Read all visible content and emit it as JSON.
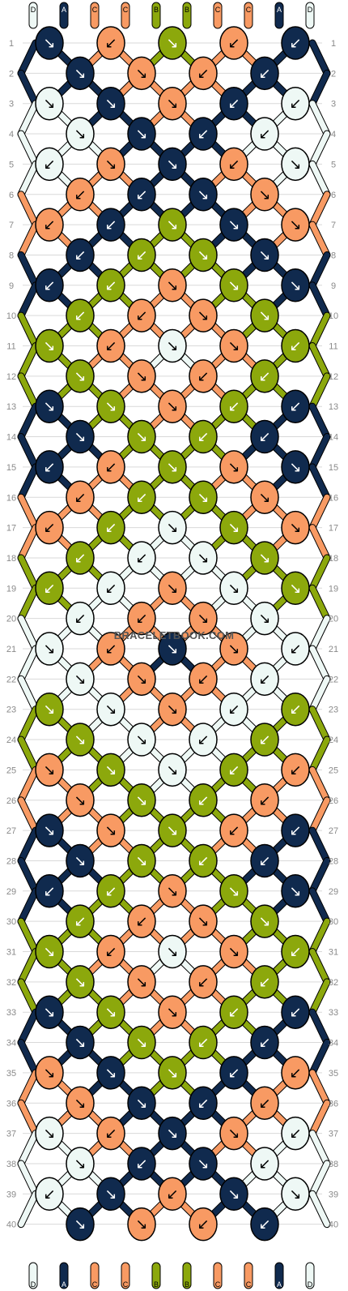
{
  "watermark": "BRACELETBOOK.COM",
  "colors": {
    "A": "#102a4e",
    "B": "#8ca80c",
    "C": "#f89a63",
    "D": "#eef8f5"
  },
  "strands": {
    "top": [
      "D",
      "A",
      "C",
      "C",
      "B",
      "B",
      "C",
      "C",
      "A",
      "D"
    ],
    "bottom": [
      "D",
      "A",
      "C",
      "C",
      "B",
      "B",
      "C",
      "C",
      "A",
      "D"
    ]
  },
  "row_numbers": [
    "1",
    "2",
    "3",
    "4",
    "5",
    "6",
    "7",
    "8",
    "9",
    "10",
    "11",
    "12",
    "13",
    "14",
    "15",
    "16",
    "17",
    "18",
    "19",
    "20",
    "21",
    "22",
    "23",
    "24",
    "25",
    "26",
    "27",
    "28",
    "29",
    "30",
    "31",
    "32",
    "33",
    "34",
    "35",
    "36",
    "37",
    "38",
    "39",
    "40"
  ],
  "knots": [
    [
      "A",
      "C",
      "B",
      "C",
      "A"
    ],
    [
      "A",
      "C",
      "C",
      "A"
    ],
    [
      "D",
      "A",
      "C",
      "A",
      "D"
    ],
    [
      "D",
      "A",
      "A",
      "D"
    ],
    [
      "D",
      "C",
      "A",
      "C",
      "D"
    ],
    [
      "C",
      "A",
      "A",
      "C"
    ],
    [
      "C",
      "A",
      "B",
      "A",
      "C"
    ],
    [
      "A",
      "B",
      "B",
      "A"
    ],
    [
      "A",
      "B",
      "C",
      "B",
      "A"
    ],
    [
      "B",
      "C",
      "C",
      "B"
    ],
    [
      "B",
      "C",
      "D",
      "C",
      "B"
    ],
    [
      "B",
      "C",
      "C",
      "B"
    ],
    [
      "A",
      "B",
      "C",
      "B",
      "A"
    ],
    [
      "A",
      "B",
      "B",
      "A"
    ],
    [
      "A",
      "C",
      "B",
      "C",
      "A"
    ],
    [
      "C",
      "B",
      "B",
      "C"
    ],
    [
      "C",
      "B",
      "D",
      "B",
      "C"
    ],
    [
      "B",
      "D",
      "D",
      "B"
    ],
    [
      "B",
      "D",
      "C",
      "D",
      "B"
    ],
    [
      "D",
      "C",
      "C",
      "D"
    ],
    [
      "D",
      "C",
      "A",
      "C",
      "D"
    ],
    [
      "D",
      "C",
      "C",
      "D"
    ],
    [
      "B",
      "D",
      "C",
      "D",
      "B"
    ],
    [
      "B",
      "D",
      "D",
      "B"
    ],
    [
      "C",
      "B",
      "D",
      "B",
      "C"
    ],
    [
      "C",
      "B",
      "B",
      "C"
    ],
    [
      "A",
      "C",
      "B",
      "C",
      "A"
    ],
    [
      "A",
      "B",
      "B",
      "A"
    ],
    [
      "A",
      "B",
      "C",
      "B",
      "A"
    ],
    [
      "B",
      "C",
      "C",
      "B"
    ],
    [
      "B",
      "C",
      "D",
      "C",
      "B"
    ],
    [
      "B",
      "C",
      "C",
      "B"
    ],
    [
      "A",
      "B",
      "C",
      "B",
      "A"
    ],
    [
      "A",
      "B",
      "B",
      "A"
    ],
    [
      "C",
      "A",
      "B",
      "A",
      "C"
    ],
    [
      "C",
      "A",
      "A",
      "C"
    ],
    [
      "D",
      "C",
      "A",
      "C",
      "D"
    ],
    [
      "D",
      "A",
      "A",
      "D"
    ],
    [
      "D",
      "A",
      "C",
      "A",
      "D"
    ],
    [
      "A",
      "C",
      "C",
      "A"
    ]
  ],
  "arrows": [
    [
      "↘",
      "↙",
      "↘",
      "↙",
      "↙"
    ],
    [
      "↘",
      "↘",
      "↙",
      "↙"
    ],
    [
      "↘",
      "↘",
      "↘",
      "↙",
      "↙"
    ],
    [
      "↘",
      "↘",
      "↙",
      "↙"
    ],
    [
      "↙",
      "↘",
      "↘",
      "↙",
      "↘"
    ],
    [
      "↙",
      "↙",
      "↘",
      "↘"
    ],
    [
      "↙",
      "↙",
      "↘",
      "↘",
      "↘"
    ],
    [
      "↙",
      "↙",
      "↘",
      "↘"
    ],
    [
      "↙",
      "↙",
      "↘",
      "↘",
      "↘"
    ],
    [
      "↙",
      "↙",
      "↘",
      "↘"
    ],
    [
      "↘",
      "↙",
      "↘",
      "↘",
      "↙"
    ],
    [
      "↘",
      "↘",
      "↙",
      "↙"
    ],
    [
      "↘",
      "↘",
      "↘",
      "↙",
      "↙"
    ],
    [
      "↘",
      "↘",
      "↙",
      "↙"
    ],
    [
      "↙",
      "↙",
      "↘",
      "↘",
      "↘"
    ],
    [
      "↙",
      "↙",
      "↘",
      "↘"
    ],
    [
      "↙",
      "↙",
      "↘",
      "↘",
      "↘"
    ],
    [
      "↙",
      "↙",
      "↘",
      "↘"
    ],
    [
      "↙",
      "↙",
      "↘",
      "↘",
      "↘"
    ],
    [
      "↙",
      "↙",
      "↘",
      "↘"
    ],
    [
      "↘",
      "↙",
      "↘",
      "↘",
      "↙"
    ],
    [
      "↘",
      "↘",
      "↙",
      "↙"
    ],
    [
      "↘",
      "↘",
      "↘",
      "↙",
      "↙"
    ],
    [
      "↘",
      "↘",
      "↙",
      "↙"
    ],
    [
      "↘",
      "↘",
      "↘",
      "↙",
      "↙"
    ],
    [
      "↘",
      "↘",
      "↙",
      "↙"
    ],
    [
      "↘",
      "↘",
      "↘",
      "↙",
      "↙"
    ],
    [
      "↘",
      "↘",
      "↙",
      "↙"
    ],
    [
      "↙",
      "↙",
      "↘",
      "↘",
      "↘"
    ],
    [
      "↙",
      "↙",
      "↘",
      "↘"
    ],
    [
      "↘",
      "↙",
      "↘",
      "↘",
      "↙"
    ],
    [
      "↘",
      "↘",
      "↙",
      "↙"
    ],
    [
      "↘",
      "↘",
      "↘",
      "↙",
      "↙"
    ],
    [
      "↘",
      "↘",
      "↙",
      "↙"
    ],
    [
      "↘",
      "↘",
      "↘",
      "↙",
      "↙"
    ],
    [
      "↘",
      "↘",
      "↙",
      "↙"
    ],
    [
      "↘",
      "↙",
      "↘",
      "↘",
      "↙"
    ],
    [
      "↘",
      "↙",
      "↘",
      "↙"
    ],
    [
      "↙",
      "↘",
      "↙",
      "↘",
      "↘"
    ],
    [
      "↘",
      "↘",
      "↙",
      "↙"
    ]
  ]
}
